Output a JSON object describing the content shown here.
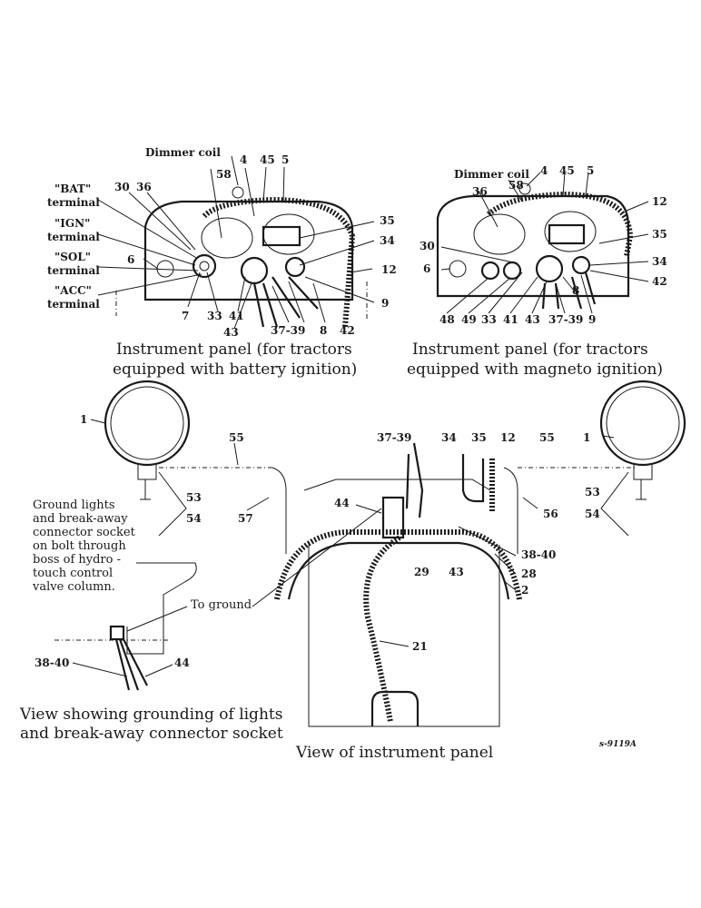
{
  "diagram": {
    "top_left": {
      "caption_line1": "Instrument panel (for tractors",
      "caption_line2": "equipped with battery ignition)",
      "terminals": [
        {
          "label_line1": "\"BAT\"",
          "label_line2": "terminal"
        },
        {
          "label_line1": "\"IGN\"",
          "label_line2": "terminal"
        },
        {
          "label_line1": "\"SOL\"",
          "label_line2": "terminal"
        },
        {
          "label_line1": "\"ACC\"",
          "label_line2": "terminal"
        }
      ],
      "dimmer_coil": "Dimmer coil",
      "callouts": [
        "4",
        "45",
        "5",
        "58",
        "30",
        "36",
        "35",
        "34",
        "12",
        "6",
        "9",
        "7",
        "33",
        "41",
        "43",
        "37-39",
        "8",
        "42"
      ]
    },
    "top_right": {
      "caption_line1": "Instrument panel (for tractors",
      "caption_line2": "equipped with magneto ignition)",
      "dimmer_coil": "Dimmer coil",
      "callouts": [
        "4",
        "45",
        "5",
        "58",
        "36",
        "12",
        "35",
        "30",
        "34",
        "6",
        "8",
        "42",
        "48",
        "49",
        "33",
        "41",
        "43",
        "37-39",
        "9"
      ]
    },
    "bottom_left": {
      "note_lines": [
        "Ground lights",
        "and break-away",
        "connector socket",
        "on bolt through",
        "boss of hydro -",
        "touch control",
        "valve column."
      ],
      "to_ground": "To ground",
      "callouts": [
        "1",
        "55",
        "53",
        "54",
        "57",
        "38-40",
        "44"
      ],
      "caption_line1": "View showing grounding of lights",
      "caption_line2": "and break-away connector socket"
    },
    "bottom_center": {
      "caption": "View of instrument panel",
      "callouts": [
        "37-39",
        "34",
        "35",
        "12",
        "55",
        "1",
        "53",
        "54",
        "56",
        "44",
        "38-40",
        "29",
        "43",
        "28",
        "2",
        "21"
      ]
    },
    "figure_code": "s-9119A"
  }
}
